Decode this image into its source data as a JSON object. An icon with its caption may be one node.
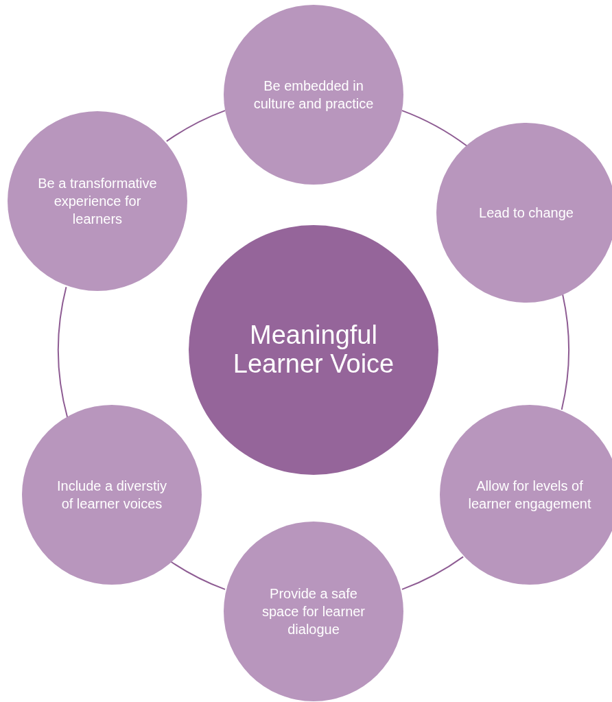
{
  "diagram": {
    "nodes": [
      {
        "text": [
          "Meaningful Learner Voice"
        ]
      },
      {
        "text": [
          "Be embedded in culture and practice"
        ]
      },
      {
        "text": [
          "Lead to change"
        ]
      },
      {
        "text": [
          "Allow for levels of learner engagement"
        ]
      },
      {
        "text": [
          "Provide a safe space for learner dialogue"
        ]
      },
      {
        "text": [
          "Include a diverstiy of learner voices"
        ]
      },
      {
        "text": [
          "Be a transformative experience for learners"
        ]
      }
    ],
    "edges": [
      {
        "from": 1,
        "to": 2,
        "arrow": "none"
      },
      {
        "from": 2,
        "to": 3,
        "arrow": "none"
      },
      {
        "from": 3,
        "to": 4,
        "arrow": "none"
      },
      {
        "from": 4,
        "to": 5,
        "arrow": "none"
      },
      {
        "from": 5,
        "to": 6,
        "arrow": "none"
      },
      {
        "from": 6,
        "to": 1,
        "arrow": "none"
      }
    ]
  }
}
